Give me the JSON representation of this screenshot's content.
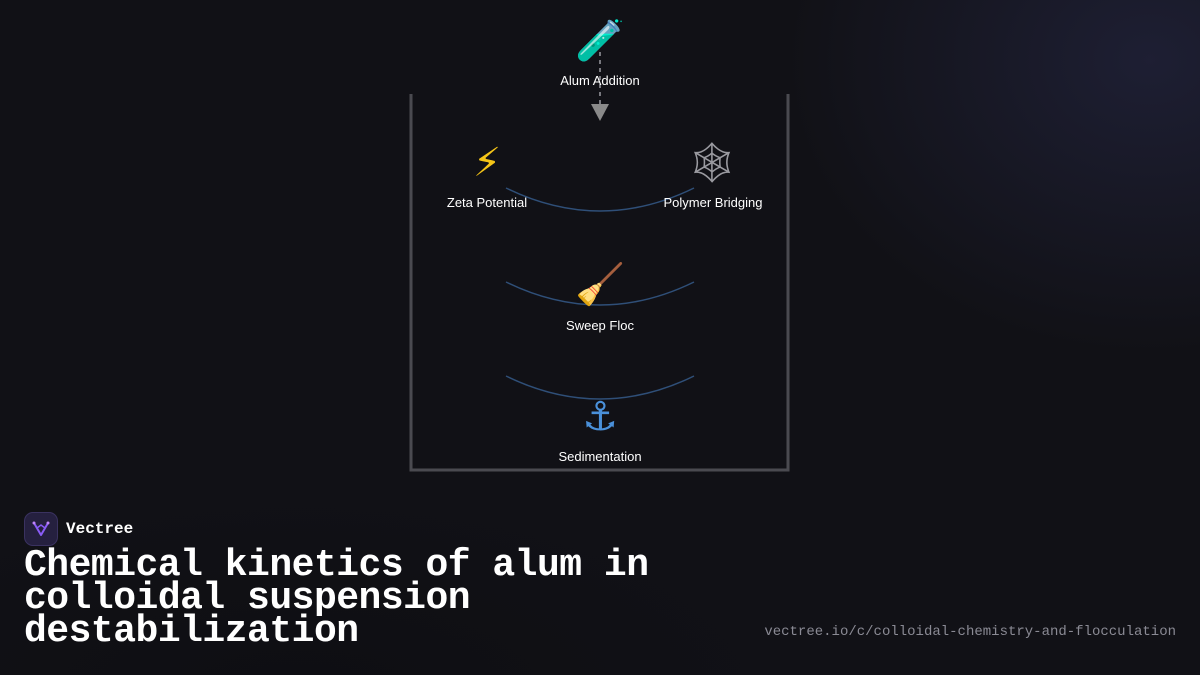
{
  "diagram": {
    "nodes": {
      "alum": {
        "icon": "🧪",
        "icon_name": "test-tube-icon",
        "label": "Alum Addition"
      },
      "zeta": {
        "icon": "⚡",
        "icon_name": "lightning-icon",
        "label": "Zeta Potential"
      },
      "polymer": {
        "icon": "🕸",
        "icon_name": "spider-web-icon",
        "label": "Polymer Bridging"
      },
      "sweep": {
        "icon": "🧹",
        "icon_name": "broom-icon",
        "label": "Sweep Floc"
      },
      "sediment": {
        "icon": "⚓",
        "icon_name": "anchor-icon",
        "label": "Sedimentation"
      }
    },
    "colors": {
      "tank": "#4a4a50",
      "arc": "#2f4f78",
      "arrow": "#8a8a8a",
      "icon_gray": "#9a9aa0"
    }
  },
  "brand": {
    "name": "Vectree",
    "logo_color": "#8a5cf6"
  },
  "title": "Chemical kinetics of alum in colloidal suspension destabilization",
  "url": "vectree.io/c/colloidal-chemistry-and-flocculation"
}
